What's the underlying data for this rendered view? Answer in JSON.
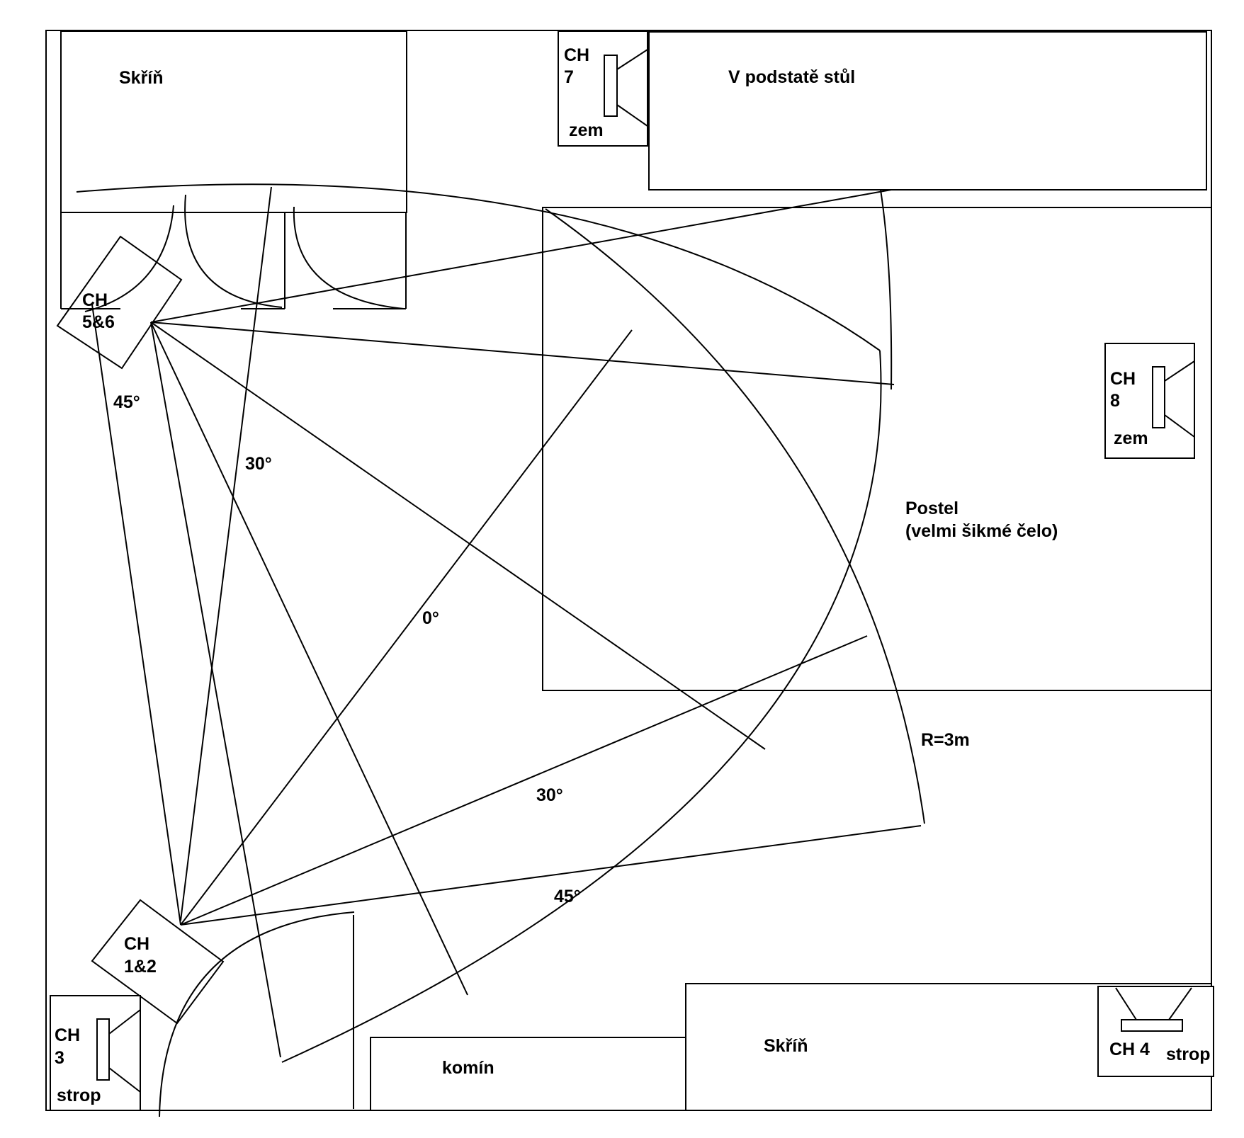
{
  "colors": {
    "line": "#000000",
    "background": "#ffffff"
  },
  "furniture": {
    "wardrobe_top": "Skříň",
    "desk": "V podstatě stůl",
    "bed_line1": "Postel",
    "bed_line2": "(velmi šikmé čelo)",
    "chimney": "komín",
    "wardrobe_bottom": "Skříň"
  },
  "speakers": {
    "ch7": {
      "line1": "CH",
      "line2": "7",
      "mount": "zem"
    },
    "ch8": {
      "line1": "CH",
      "line2": "8",
      "mount": "zem"
    },
    "ch3": {
      "line1": "CH",
      "line2": "3",
      "mount": "strop"
    },
    "ch4": {
      "label": "CH 4",
      "mount": "strop"
    },
    "ch56": {
      "line1": "CH",
      "line2": "5&6"
    },
    "ch12": {
      "line1": "CH",
      "line2": "1&2"
    }
  },
  "angles": {
    "upper_45": "45°",
    "upper_30": "30°",
    "zero": "0°",
    "lower_30": "30°",
    "lower_45": "45°"
  },
  "radius": "R=3m"
}
